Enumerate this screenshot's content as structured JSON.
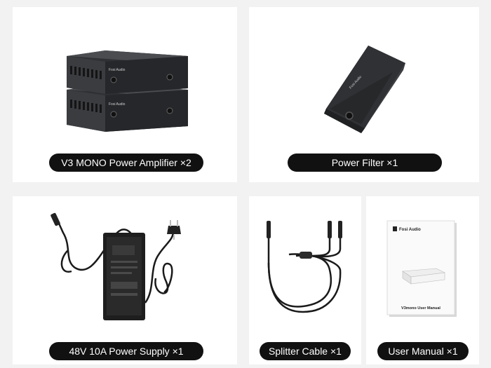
{
  "items": [
    {
      "label": "V3 MONO Power Amplifier ×2",
      "brand": "Fosi Audio"
    },
    {
      "label": "Power Filter ×1",
      "brand": "Fosi Audio"
    },
    {
      "label": "48V 10A Power Supply ×1"
    },
    {
      "label": "Splitter Cable ×1"
    },
    {
      "label": "User Manual ×1",
      "brand": "Fosi Audio",
      "title": "V3mono User Manual"
    }
  ]
}
